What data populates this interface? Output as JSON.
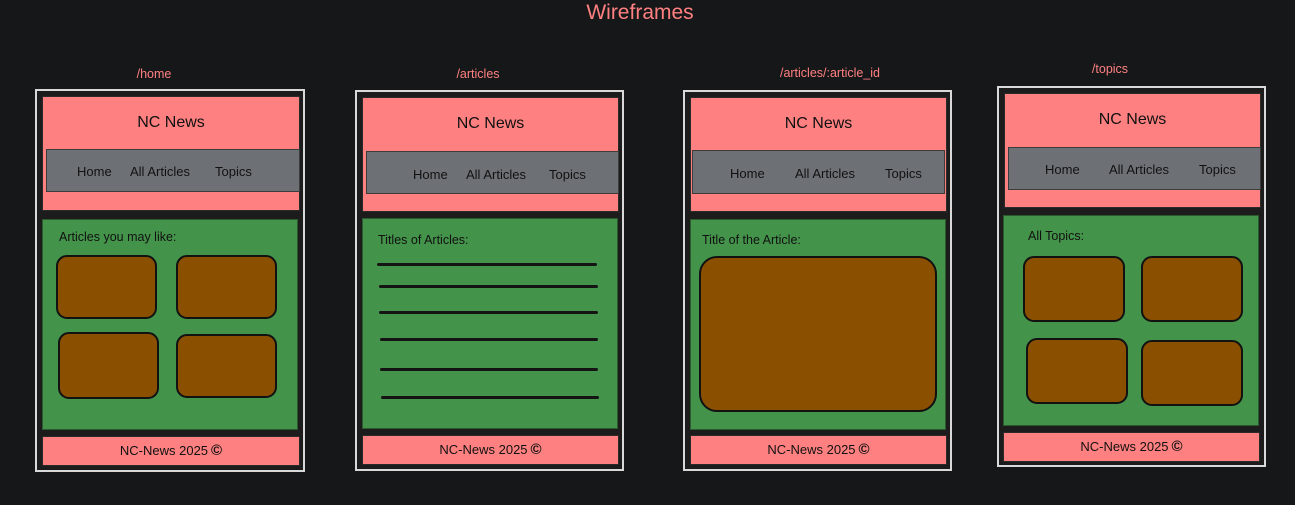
{
  "title": "Wireframes",
  "brand": "NC News",
  "nav": {
    "home": "Home",
    "articles": "All Articles",
    "topics": "Topics"
  },
  "footer": {
    "text": "NC-News 2025",
    "symbol": "©"
  },
  "colors": {
    "accent": "#ff8080",
    "nav": "#6d7175",
    "content": "#43934a",
    "card": "#8a5000",
    "background": "#161719"
  },
  "frames": {
    "home": {
      "route": "/home",
      "label": "Articles you may like:"
    },
    "articles": {
      "route": "/articles",
      "label": "Titles of Articles:"
    },
    "article": {
      "route": "/articles/:article_id",
      "label": "Title of the Article:"
    },
    "topics": {
      "route": "/topics",
      "label": "All Topics:"
    }
  }
}
